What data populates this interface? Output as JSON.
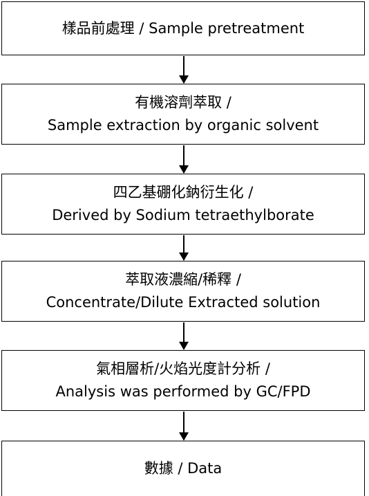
{
  "flowchart": {
    "steps": [
      {
        "lines": [
          "樣品前處理 / Sample pretreatment"
        ]
      },
      {
        "lines": [
          "有機溶劑萃取 /",
          "Sample extraction by organic solvent"
        ]
      },
      {
        "lines": [
          "四乙基硼化鈉衍生化 /",
          "Derived by Sodium tetraethylborate"
        ]
      },
      {
        "lines": [
          "萃取液濃縮/稀釋 /",
          "Concentrate/Dilute Extracted solution"
        ]
      },
      {
        "lines": [
          "氣相層析/火焰光度計分析 /",
          "Analysis was performed by GC/FPD"
        ]
      },
      {
        "lines": [
          "數據 / Data"
        ]
      }
    ],
    "connector_color": "#000000",
    "box_border_color": "#000000"
  }
}
